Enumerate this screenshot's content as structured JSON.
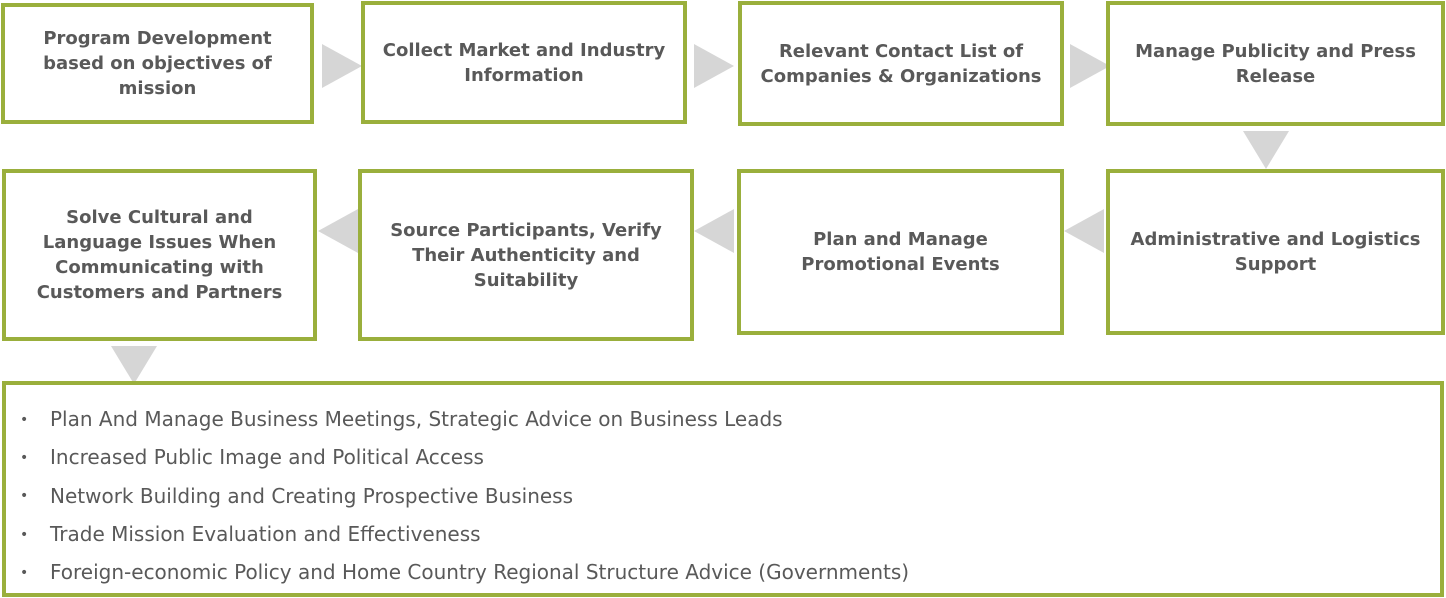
{
  "steps": [
    "Program Development based on objectives of mission",
    "Collect Market and Industry Information",
    "Relevant Contact List of Companies & Organizations",
    "Manage Publicity and Press Release",
    "Administrative and Logistics Support",
    "Plan and Manage Promotional Events",
    "Source Participants, Verify Their Authenticity and Suitability",
    "Solve Cultural and Language Issues When Communicating with Customers and Partners"
  ],
  "bullet_symbol": "•",
  "outcomes": [
    "Plan And Manage Business Meetings, Strategic Advice on Business Leads",
    "Increased Public Image and Political Access",
    "Network Building and Creating Prospective Business",
    "Trade Mission Evaluation and Effectiveness",
    "Foreign-economic Policy and Home Country Regional Structure Advice (Governments)"
  ],
  "colors": {
    "border": "#9aaf3c",
    "arrow": "#d6d6d6",
    "text": "#595959"
  }
}
